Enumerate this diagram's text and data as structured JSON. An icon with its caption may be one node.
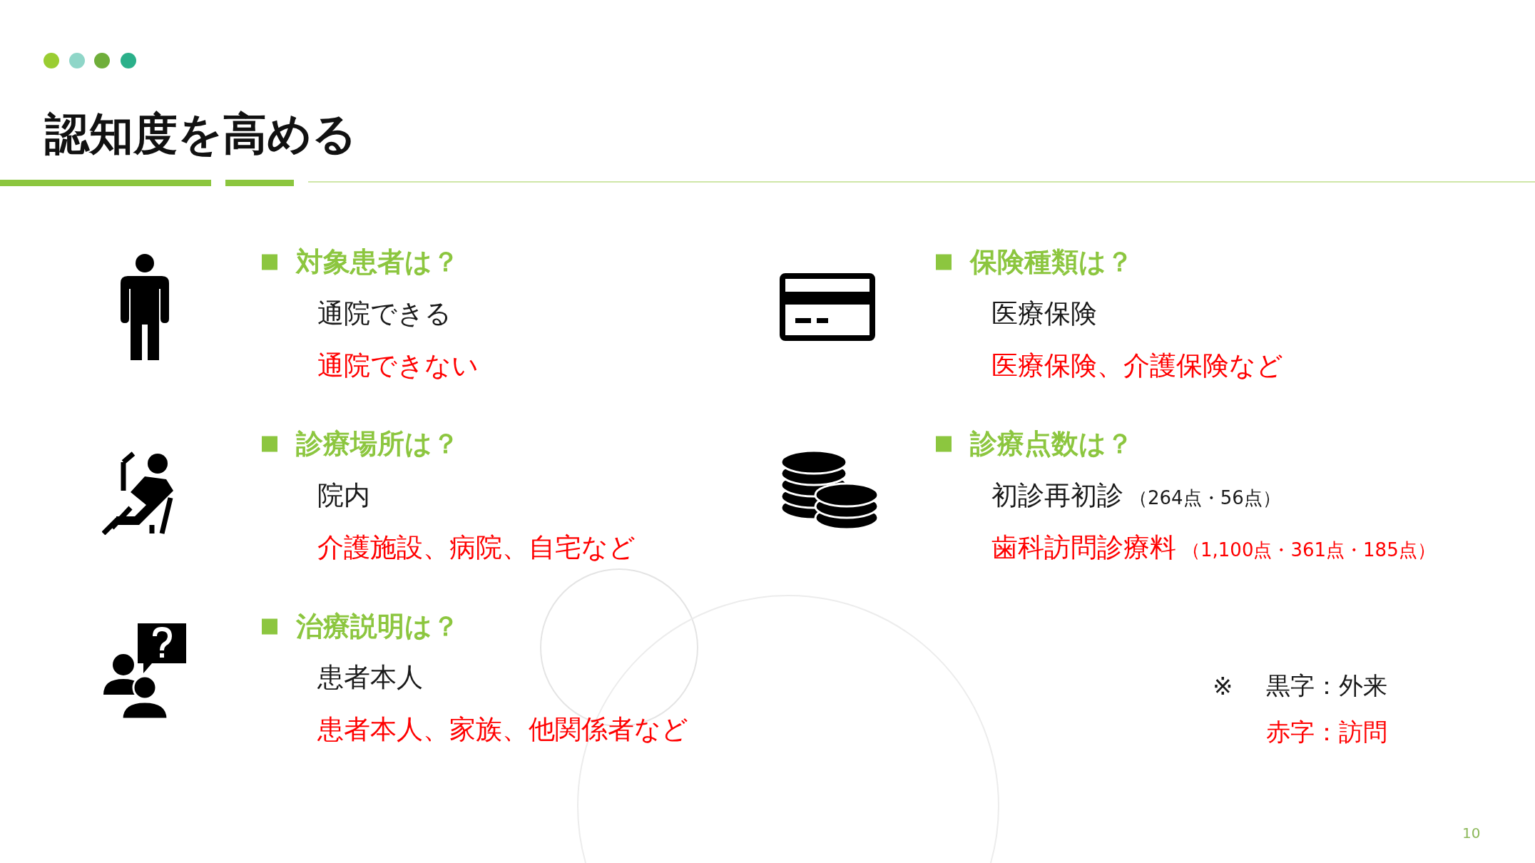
{
  "diagram": {
    "title": "認知度を高める",
    "labels": [
      "対象患者は？",
      "通院できる",
      "通院できない",
      "保険種類は？",
      "医療保険",
      "医療保険、介護保険など",
      "診療場所は？",
      "院内",
      "介護施設、病院、自宅など",
      "診療点数は？",
      "初診再初診",
      "（264点・56点）",
      "歯科訪問診療料",
      "（1,100点・361点・185点）",
      "治療説明は？",
      "患者本人",
      "患者本人、家族、他関係者など",
      "※",
      "黒字：外来",
      "赤字：訪問",
      "10"
    ]
  }
}
